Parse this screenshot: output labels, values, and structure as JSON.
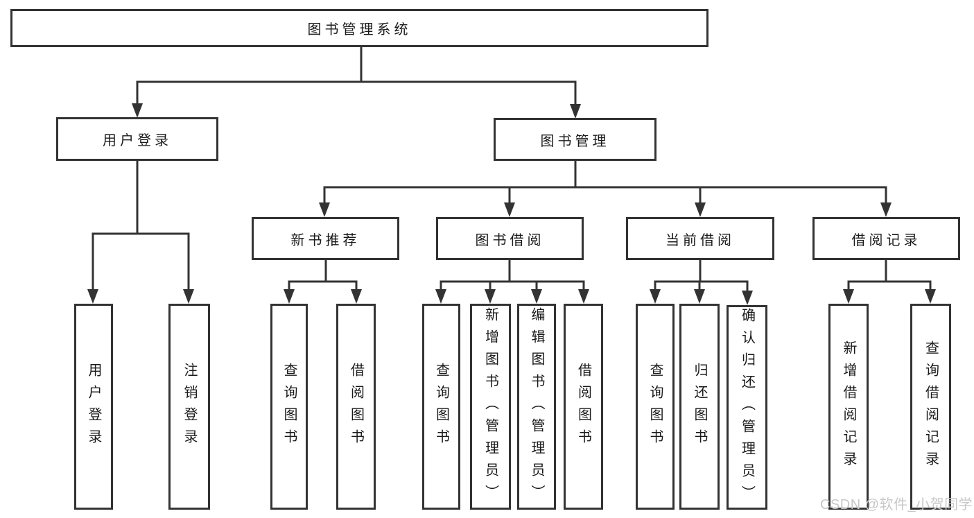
{
  "diagram": {
    "type": "tree",
    "root": {
      "label": "图书管理系统"
    },
    "branches": [
      {
        "label": "用户登录",
        "children": [
          {
            "label": "用户登录"
          },
          {
            "label": "注销登录"
          }
        ]
      },
      {
        "label": "图书管理",
        "children": [
          {
            "label": "新书推荐",
            "children": [
              {
                "label": "查询图书"
              },
              {
                "label": "借阅图书"
              }
            ]
          },
          {
            "label": "图书借阅",
            "children": [
              {
                "label": "查询图书"
              },
              {
                "label": "新增图书（管理员）"
              },
              {
                "label": "编辑图书（管理员）"
              },
              {
                "label": "借阅图书"
              }
            ]
          },
          {
            "label": "当前借阅",
            "children": [
              {
                "label": "查询图书"
              },
              {
                "label": "归还图书"
              },
              {
                "label": "确认归还（管理员）"
              }
            ]
          },
          {
            "label": "借阅记录",
            "children": [
              {
                "label": "新增借阅记录"
              },
              {
                "label": "查询借阅记录"
              }
            ]
          }
        ]
      }
    ]
  },
  "watermark": {
    "text": "CSDN @软件_小贺同学"
  },
  "colors": {
    "line": "#333333",
    "text": "#1a1a1a",
    "background": "#ffffff",
    "watermark": "#c8c8c8"
  }
}
